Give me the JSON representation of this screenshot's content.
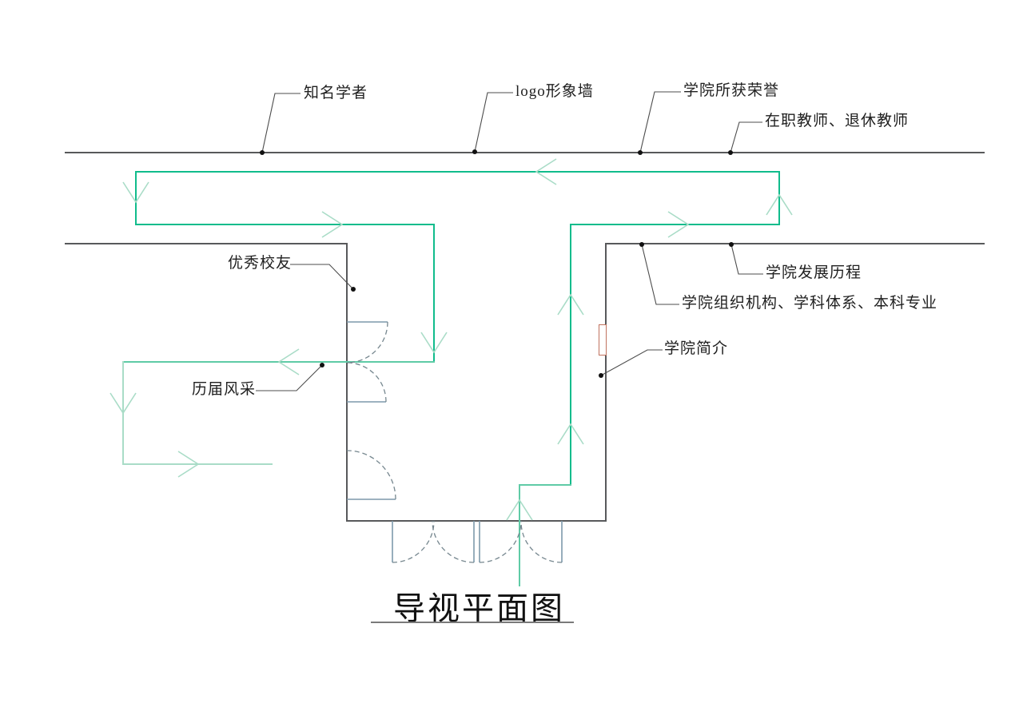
{
  "title": {
    "text": "导视平面图"
  },
  "callouts": {
    "famous_scholars": "知名学者",
    "logo_wall": "logo形象墙",
    "college_honors": "学院所获荣誉",
    "teachers": "在职教师、退休教师",
    "outstanding_alumni": "优秀校友",
    "past_glory": "历届风采",
    "development_history": "学院发展历程",
    "organization": "学院组织机构、学科体系、本科专业",
    "college_intro": "学院简介"
  },
  "colors": {
    "wall_gray": "#58595b",
    "leader_gray": "#4c4c4c",
    "flow_green_main": "#10bc8c",
    "flow_green_mid": "#5fcba6",
    "flow_green_pale": "#a9dcc7",
    "door_blue_gray": "#7d99ab",
    "door_arc_gray": "#76878f",
    "highlight_red": "#c1725e",
    "underline_gray": "#7a7a7a"
  }
}
